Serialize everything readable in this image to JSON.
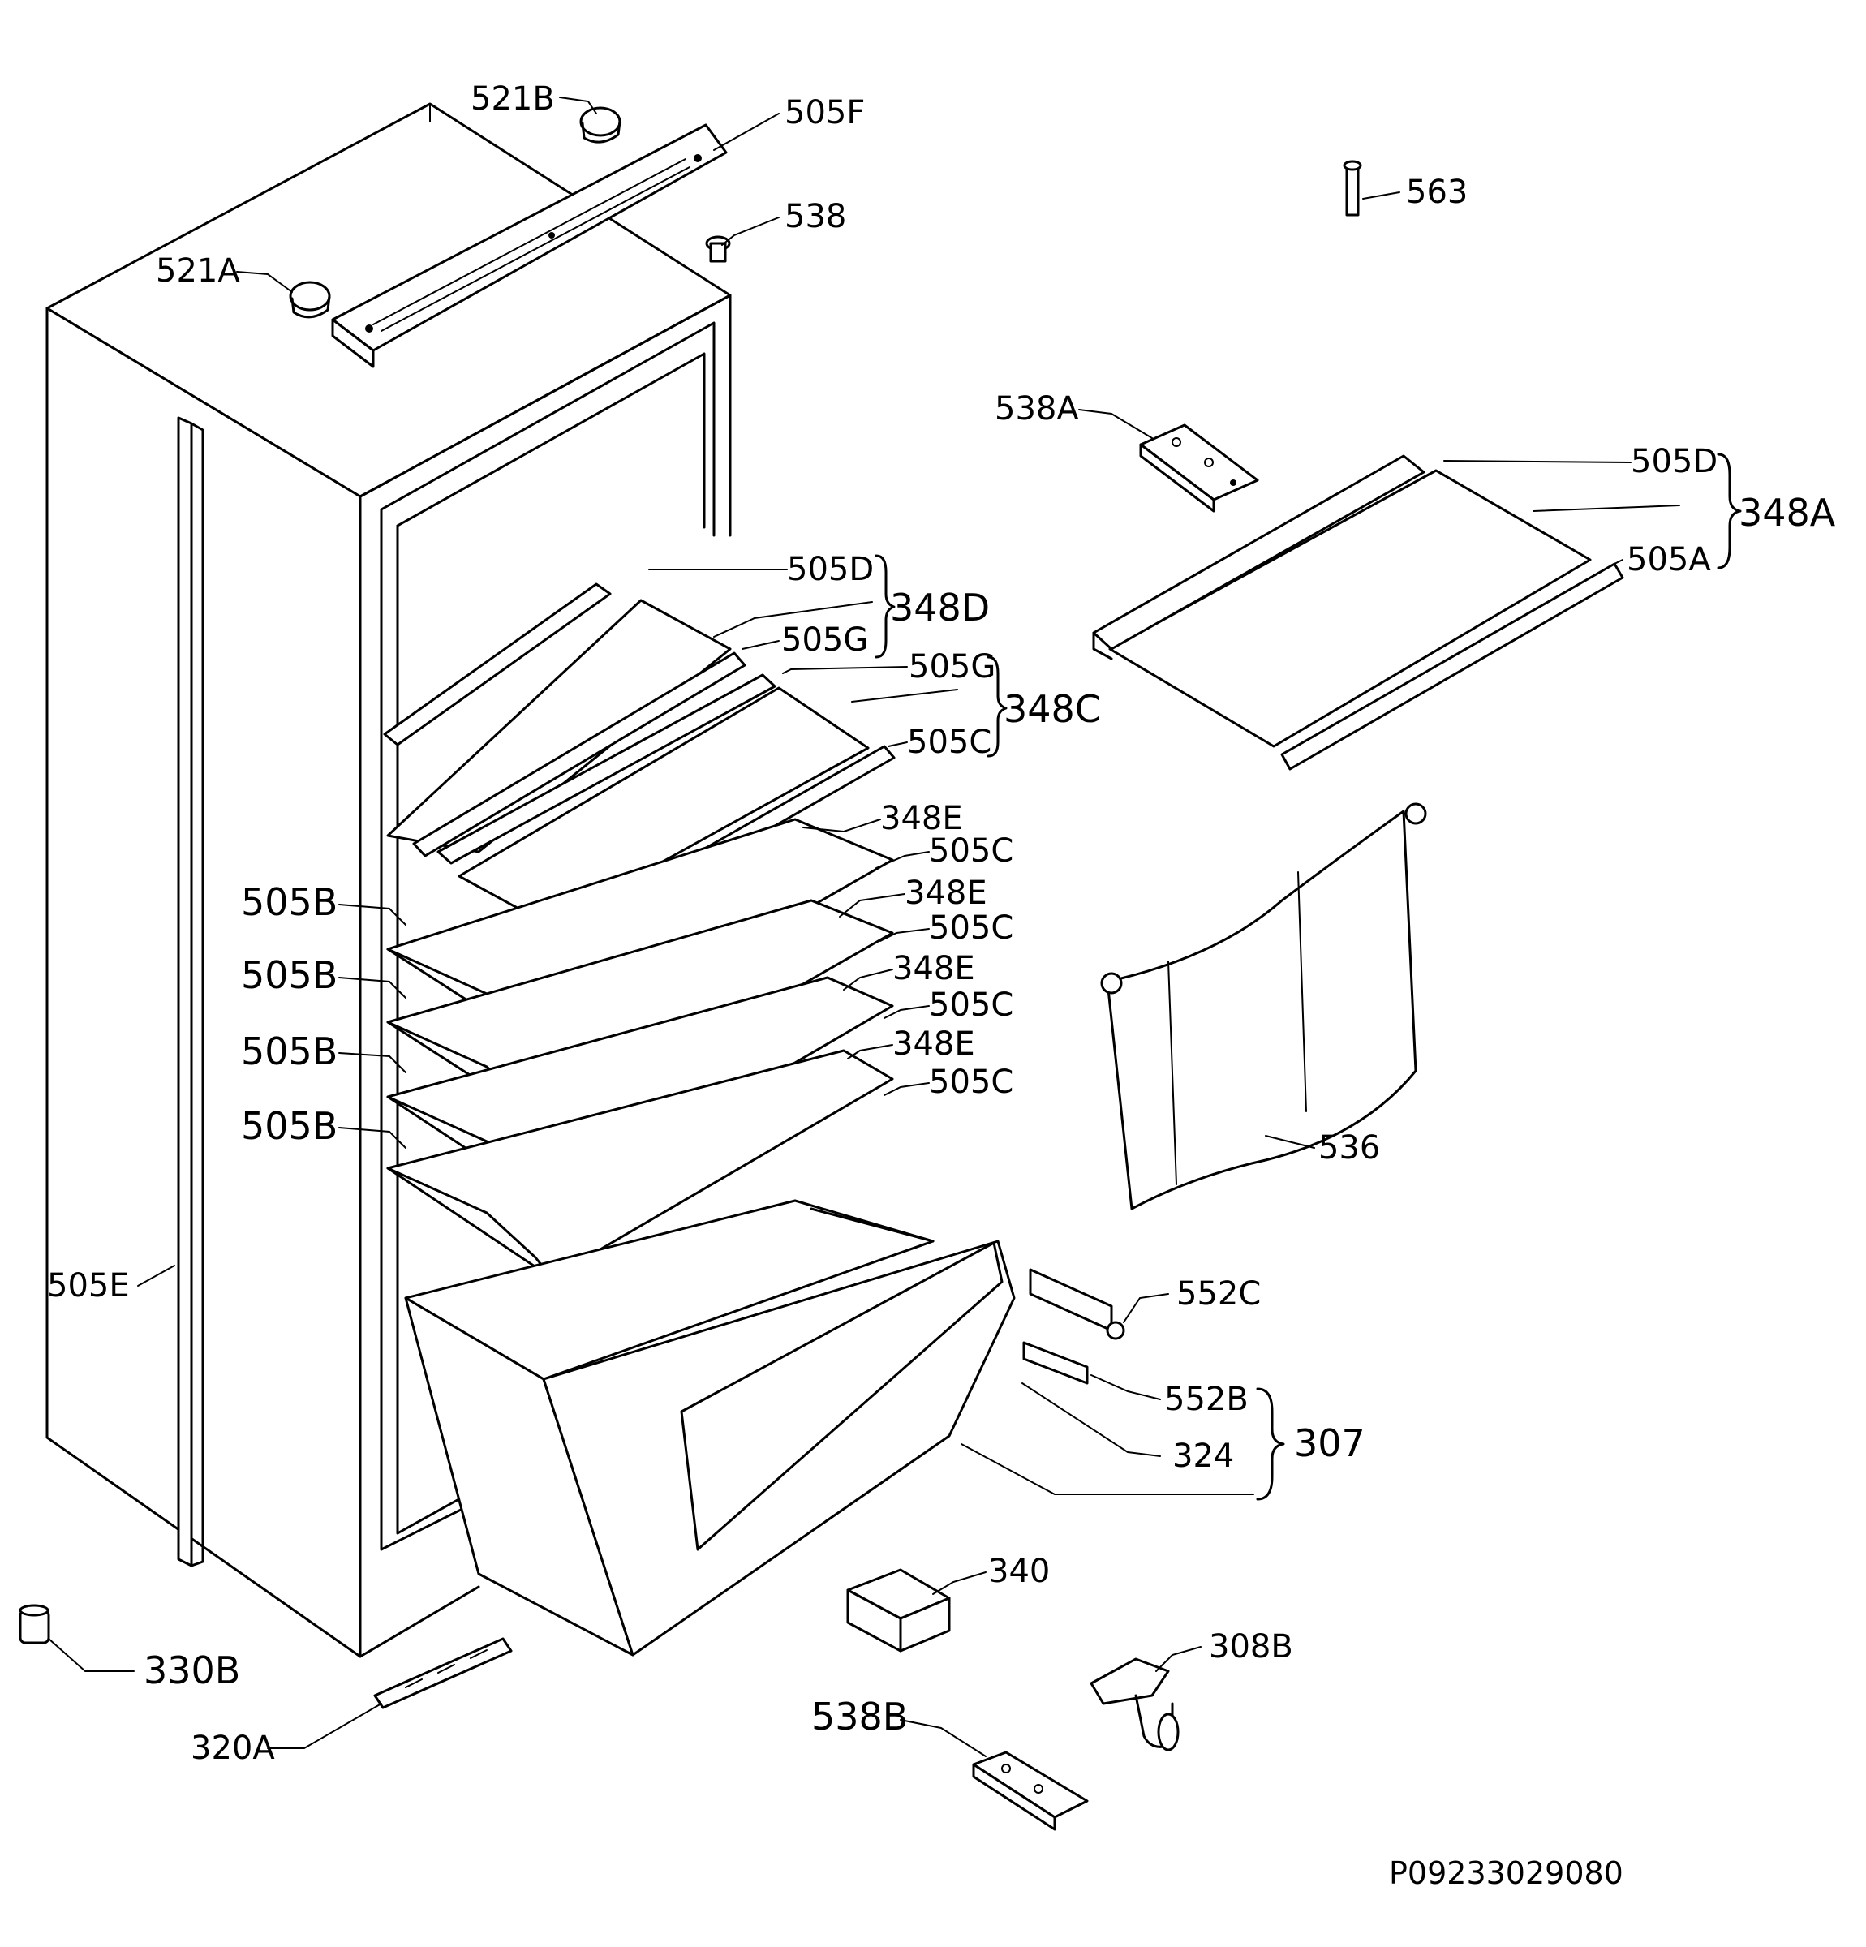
{
  "diagram": {
    "drawing_code": "P09233029080",
    "labels": {
      "l521B": "521B",
      "l505F": "505F",
      "l538": "538",
      "l521A": "521A",
      "l563": "563",
      "l538A": "538A",
      "l505D_a": "505D",
      "l348A": "348A",
      "l505A": "505A",
      "l505D_d": "505D",
      "l348D": "348D",
      "l505G_d": "505G",
      "l505G_c": "505G",
      "l348C": "348C",
      "l505C_c": "505C",
      "l348E_1": "348E",
      "l505C_1": "505C",
      "l348E_2": "348E",
      "l505C_2": "505C",
      "l348E_3": "348E",
      "l505C_3": "505C",
      "l348E_4": "348E",
      "l505C_4": "505C",
      "l505B_1": "505B",
      "l505B_2": "505B",
      "l505B_3": "505B",
      "l505B_4": "505B",
      "l536": "536",
      "l505E": "505E",
      "l552C": "552C",
      "l552B": "552B",
      "l324": "324",
      "l307": "307",
      "l340": "340",
      "l308B": "308B",
      "l330B": "330B",
      "l538B": "538B",
      "l320A": "320A"
    }
  }
}
